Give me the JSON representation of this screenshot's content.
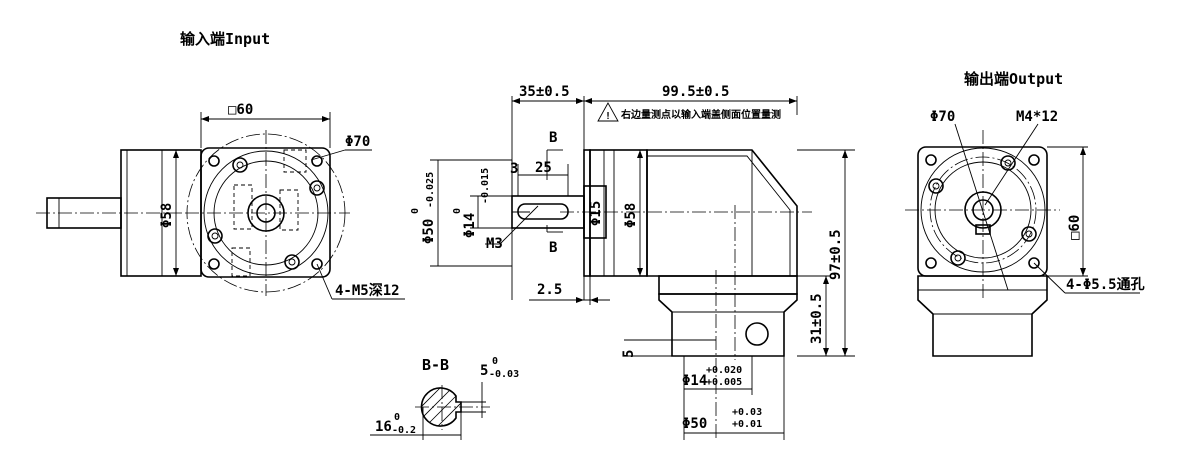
{
  "views": {
    "input": {
      "title": "输入端Input",
      "square": "□60",
      "pcd": "Φ70",
      "pilot": "Φ58",
      "holes": "4-M5深12"
    },
    "side": {
      "shaft_len": "35±0.5",
      "body_len": "99.5±0.5",
      "note": "右边量测点以输入端盖侧面位置量测",
      "section_mark_top": "B",
      "section_mark_bottom": "B",
      "key_offset": "3",
      "key_len": "25",
      "pilot_nom": "Φ50",
      "pilot_tol_upper": "0",
      "pilot_tol_lower": "-0.025",
      "shaft_nom": "Φ14",
      "shaft_tol_upper": "0",
      "shaft_tol_lower": "-0.015",
      "tap": "M3",
      "collar": "Φ15",
      "body_dia": "Φ58",
      "flange_gap": "2.5",
      "height_total": "97±0.5",
      "height_center": "31±0.5",
      "flange_thk": "5",
      "bore_nom": "Φ14",
      "bore_tol_upper": "+0.020",
      "bore_tol_lower": "+0.005",
      "spigot_nom": "Φ50",
      "spigot_tol_upper": "+0.03",
      "spigot_tol_lower": "+0.01"
    },
    "section": {
      "title": "B-B",
      "key_nom": "5",
      "key_tol_upper": "0",
      "key_tol_lower": "-0.03",
      "depth_nom": "16",
      "depth_tol_upper": "0",
      "depth_tol_lower": "-0.2"
    },
    "output": {
      "title": "输出端Output",
      "pcd": "Φ70",
      "tap": "M4*12",
      "square": "□60",
      "holes": "4-Φ5.5通孔"
    }
  }
}
